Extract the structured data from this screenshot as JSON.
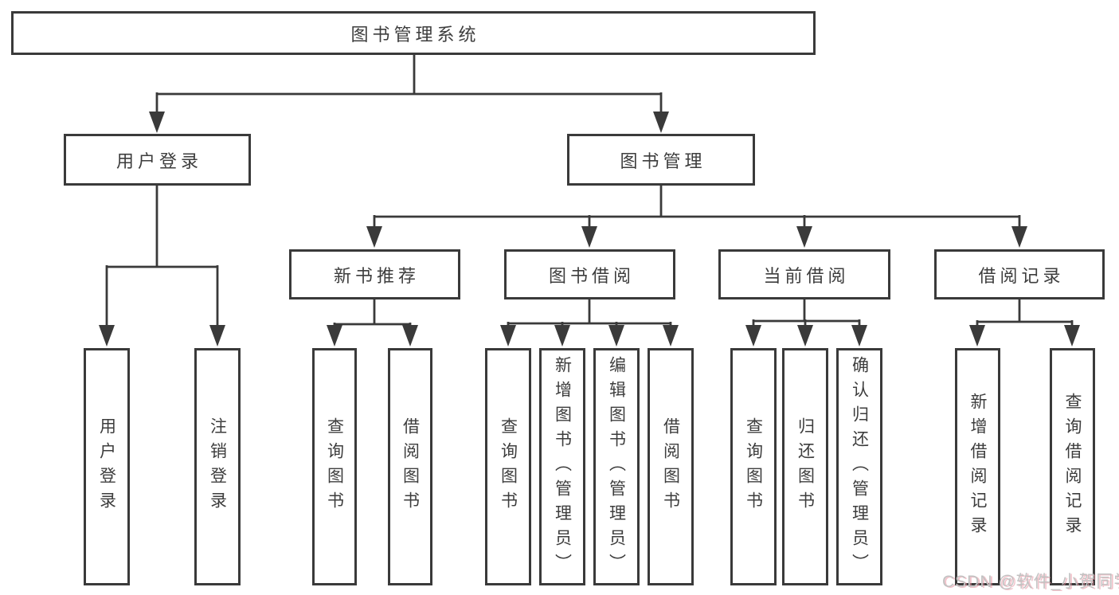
{
  "nodes": {
    "root": {
      "label": "图书管理系统"
    },
    "level2": [
      {
        "label": "用户登录"
      },
      {
        "label": "图书管理"
      }
    ],
    "level3": [
      {
        "label": "新书推荐"
      },
      {
        "label": "图书借阅"
      },
      {
        "label": "当前借阅"
      },
      {
        "label": "借阅记录"
      }
    ],
    "leaves": [
      {
        "label": "用户登录",
        "parent": "用户登录"
      },
      {
        "label": "注销登录",
        "parent": "用户登录"
      },
      {
        "label": "查询图书",
        "parent": "新书推荐"
      },
      {
        "label": "借阅图书",
        "parent": "新书推荐"
      },
      {
        "label": "查询图书",
        "parent": "图书借阅"
      },
      {
        "label": "新增图书（管理员）",
        "parent": "图书借阅"
      },
      {
        "label": "编辑图书（管理员）",
        "parent": "图书借阅"
      },
      {
        "label": "借阅图书",
        "parent": "图书借阅"
      },
      {
        "label": "查询图书",
        "parent": "当前借阅"
      },
      {
        "label": "归还图书",
        "parent": "当前借阅"
      },
      {
        "label": "确认归还（管理员）",
        "parent": "当前借阅"
      },
      {
        "label": "新增借阅记录",
        "parent": "借阅记录"
      },
      {
        "label": "查询借阅记录",
        "parent": "借阅记录"
      }
    ]
  },
  "watermark": {
    "text": "CSDN @软件_小贺同学"
  },
  "colors": {
    "line": "#3a3a3a",
    "text": "#3d3d3d",
    "background": "#ffffff",
    "watermark": "#c2c2c2",
    "watermark_shadow": "#e8909e"
  }
}
